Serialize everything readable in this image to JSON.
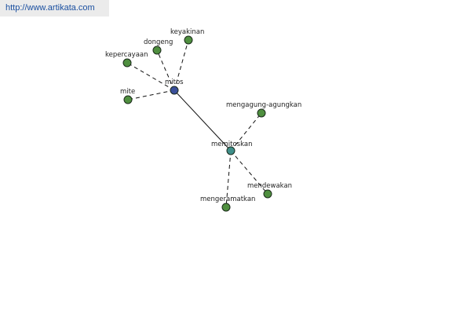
{
  "header": {
    "url": "http://www.artikata.com"
  },
  "graph": {
    "nodes": [
      {
        "id": "mitos",
        "label": "mitos",
        "kind": "root"
      },
      {
        "id": "memitoskan",
        "label": "memitoskan",
        "kind": "hub"
      },
      {
        "id": "keyakinan",
        "label": "keyakinan",
        "kind": "leaf"
      },
      {
        "id": "dongeng",
        "label": "dongeng",
        "kind": "leaf"
      },
      {
        "id": "kepercayaan",
        "label": "kepercayaan",
        "kind": "leaf"
      },
      {
        "id": "mite",
        "label": "mite",
        "kind": "leaf"
      },
      {
        "id": "mengagung-agungkan",
        "label": "mengagung-agungkan",
        "kind": "leaf"
      },
      {
        "id": "mendewakan",
        "label": "mendewakan",
        "kind": "leaf"
      },
      {
        "id": "mengeramatkan",
        "label": "mengeramatkan",
        "kind": "leaf"
      }
    ],
    "edges": [
      {
        "from": "mitos",
        "to": "memitoskan",
        "style": "solid"
      },
      {
        "from": "mitos",
        "to": "keyakinan",
        "style": "dashed"
      },
      {
        "from": "mitos",
        "to": "dongeng",
        "style": "dashed"
      },
      {
        "from": "mitos",
        "to": "kepercayaan",
        "style": "dashed"
      },
      {
        "from": "mitos",
        "to": "mite",
        "style": "dashed"
      },
      {
        "from": "memitoskan",
        "to": "mengagung-agungkan",
        "style": "dashed"
      },
      {
        "from": "memitoskan",
        "to": "mendewakan",
        "style": "dashed"
      },
      {
        "from": "memitoskan",
        "to": "mengeramatkan",
        "style": "dashed"
      }
    ],
    "colors": {
      "root": "#3a4f9a",
      "hub": "#3f8f8a",
      "leaf": "#4f8f3f",
      "stroke": "#1b2a1b",
      "edge": "#111111"
    }
  }
}
